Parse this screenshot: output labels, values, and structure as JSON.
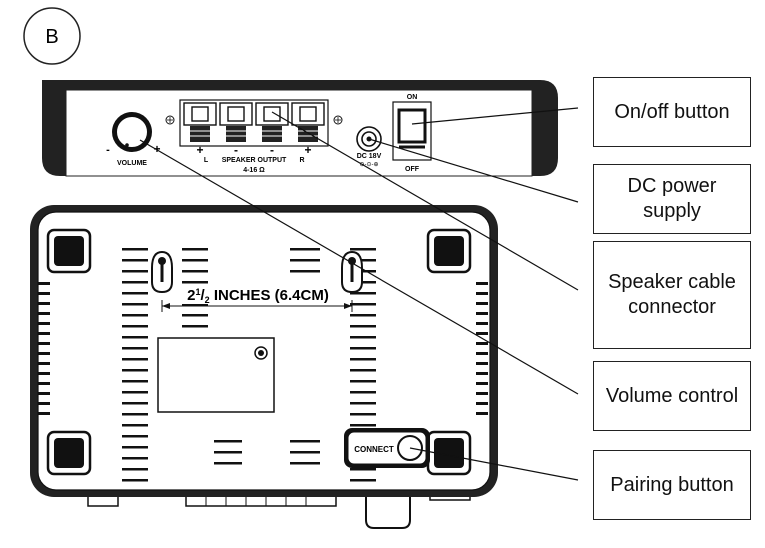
{
  "figure": {
    "panel_label": "B",
    "front_panel": {
      "volume_label": "VOLUME",
      "volume_minus": "-",
      "volume_plus": "+",
      "speaker_output_label": "SPEAKER OUTPUT",
      "impedance_label": "4-16 Ω",
      "left_label": "L",
      "right_label": "R",
      "plus_sign": "+",
      "minus_sign": "-",
      "dc_label": "DC 18V",
      "dc_polarity_symbol": "⊖-⊙-⊕",
      "switch_on_label": "ON",
      "switch_off_label": "OFF"
    },
    "bottom_panel": {
      "spacing_prefix": "2",
      "spacing_fraction_num": "1",
      "spacing_fraction_den": "2",
      "spacing_suffix": " INCHES (6.4CM)",
      "connect_label": "CONNECT"
    },
    "callouts": [
      {
        "id": "on-off-button",
        "label": "On/off button"
      },
      {
        "id": "dc-power-supply",
        "label": "DC power supply"
      },
      {
        "id": "speaker-cable-connector",
        "label": "Speaker cable connector"
      },
      {
        "id": "volume-control",
        "label": "Volume control"
      },
      {
        "id": "pairing-button",
        "label": "Pairing button"
      }
    ]
  }
}
